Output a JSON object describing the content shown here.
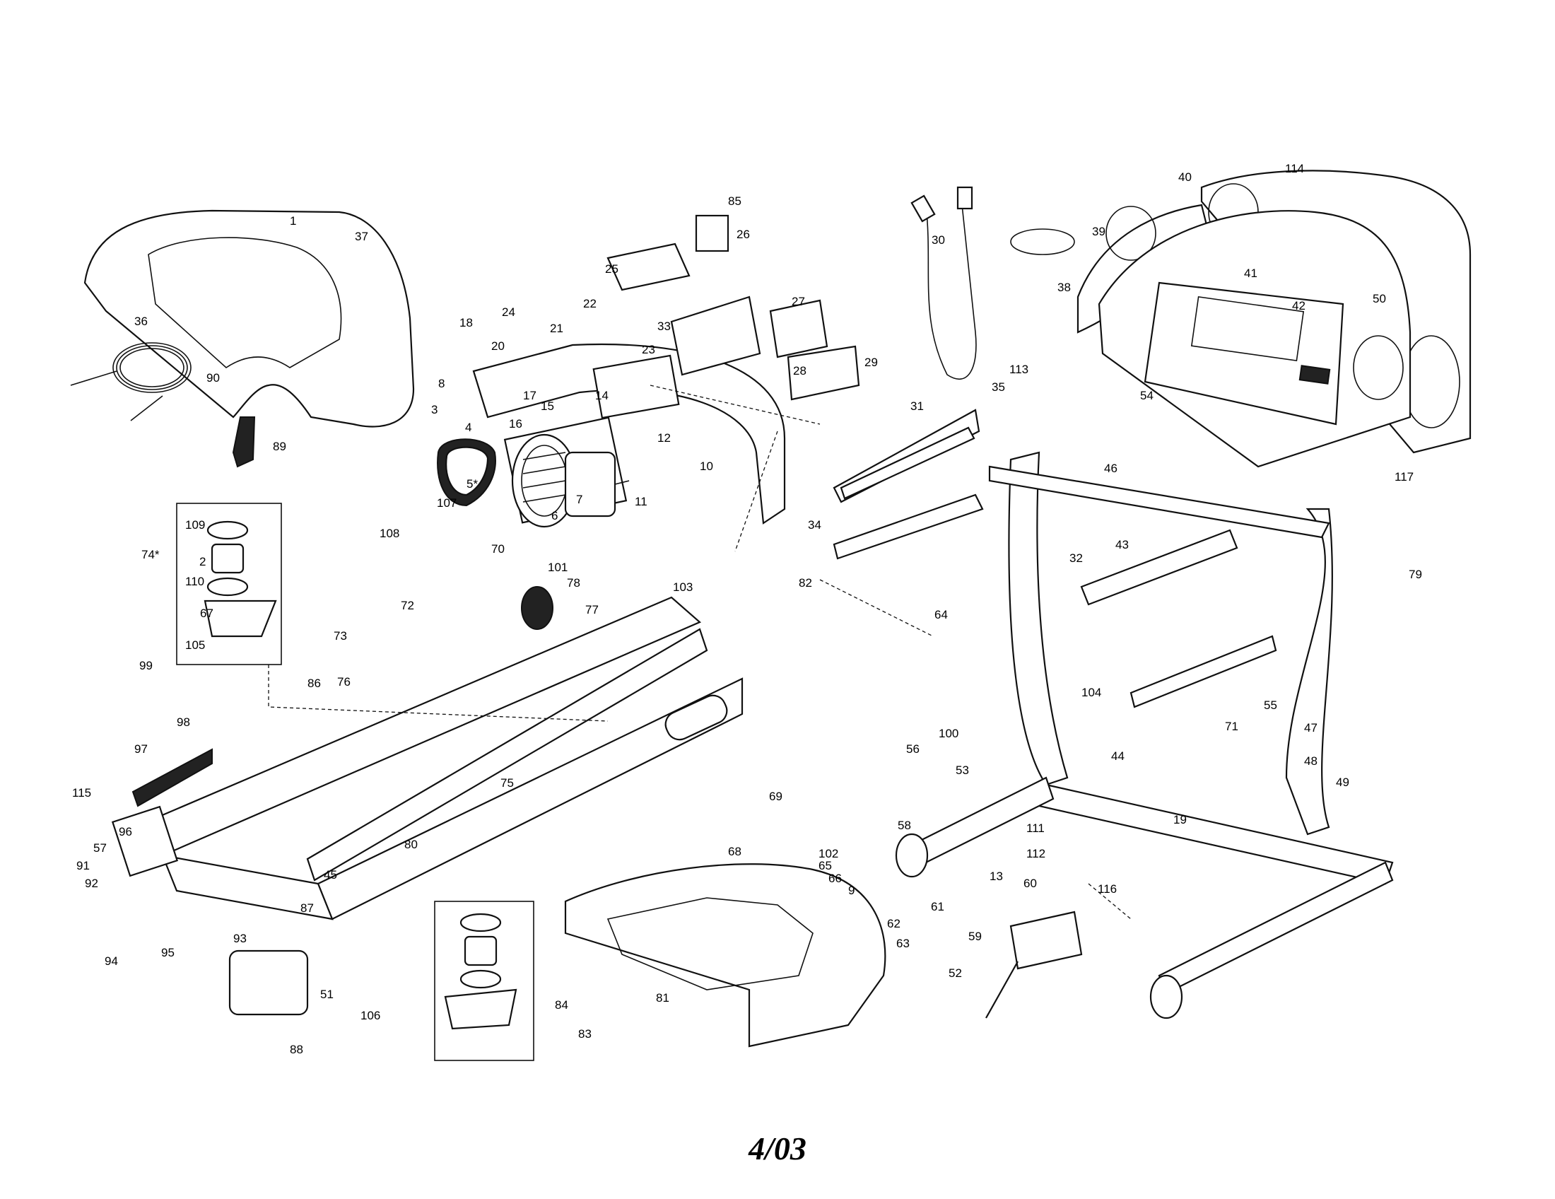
{
  "diagram": {
    "footer_date": "4/03",
    "callouts": [
      "1",
      "2",
      "3",
      "4",
      "5*",
      "6",
      "7",
      "8",
      "9",
      "10",
      "11",
      "12",
      "13",
      "14",
      "15",
      "16",
      "17",
      "18",
      "19",
      "20",
      "21",
      "22",
      "23",
      "24",
      "25",
      "26",
      "27",
      "28",
      "29",
      "30",
      "31",
      "32",
      "33",
      "34",
      "35",
      "36",
      "37",
      "38",
      "39",
      "40",
      "41",
      "42",
      "43",
      "44",
      "45",
      "46",
      "47",
      "48",
      "49",
      "50",
      "51",
      "52",
      "53",
      "54",
      "55",
      "56",
      "57",
      "58",
      "59",
      "60",
      "61",
      "62",
      "63",
      "64",
      "65",
      "66",
      "67",
      "68",
      "69",
      "70",
      "71",
      "72",
      "73",
      "74*",
      "75",
      "76",
      "77",
      "78",
      "79",
      "80",
      "81",
      "82",
      "83",
      "84",
      "85",
      "86",
      "87",
      "88",
      "89",
      "90",
      "91",
      "92",
      "93",
      "94",
      "95",
      "96",
      "97",
      "98",
      "99",
      "100",
      "101",
      "102",
      "103",
      "104",
      "105",
      "106",
      "107",
      "108",
      "109",
      "110",
      "111",
      "112",
      "113",
      "114",
      "115",
      "116",
      "117"
    ]
  }
}
